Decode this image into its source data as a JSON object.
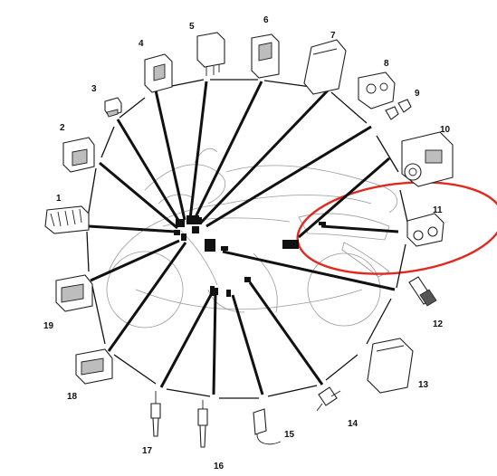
{
  "labels": {
    "c1": "1",
    "c2": "2",
    "c3": "3",
    "c4": "4",
    "c5": "5",
    "c6": "6",
    "c7": "7",
    "c8": "8",
    "c9": "9",
    "c10": "10",
    "c11": "11",
    "c12": "12",
    "c13": "13",
    "c14": "14",
    "c15": "15",
    "c16": "16",
    "c17": "17",
    "c18": "18",
    "c19": "19"
  },
  "colors": {
    "highlight": "#e02a20",
    "line": "#111111",
    "motorcycle_outline": "#9a9a9a"
  },
  "highlighted_component": "11"
}
